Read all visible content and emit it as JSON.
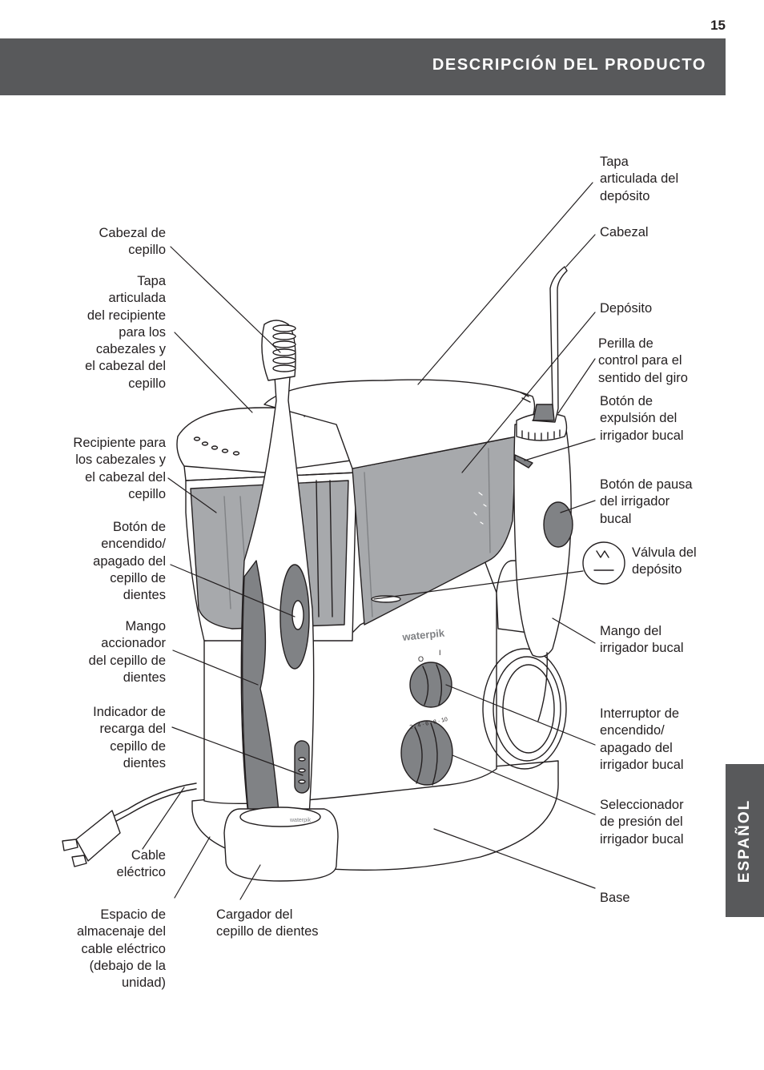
{
  "page_number": "15",
  "header_title": "DESCRIPCIÓN DEL PRODUCTO",
  "side_tab": "ESPAÑOL",
  "brand_text": "waterpik",
  "pressure_scale": "2 · 4 · 6 · 8 · 10",
  "switch_marks": {
    "off": "O",
    "on": "I"
  },
  "labels_left": {
    "cabezal_cepillo": "Cabezal de\ncepillo",
    "tapa_recipiente": "Tapa\narticulada\ndel recipiente\npara los\ncabezales y\nel cabezal del\ncepillo",
    "recipiente": "Recipiente para\nlos cabezales y\nel cabezal del\ncepillo",
    "boton_cepillo": "Botón de\nencendido/\napagado del\ncepillo de\ndientes",
    "mango_cepillo": "Mango\naccionador\ndel cepillo de\ndientes",
    "indicador": "Indicador de\nrecarga del\ncepillo de\ndientes",
    "cable": "Cable\neléctrico",
    "espacio": "Espacio de\nalmacenaje del\ncable eléctrico\n(debajo de la\nunidad)"
  },
  "labels_bottom": {
    "cargador": "Cargador del\ncepillo de dientes"
  },
  "labels_right": {
    "tapa_deposito": "Tapa\narticulada del\ndepósito",
    "cabezal": "Cabezal",
    "deposito": "Depósito",
    "perilla": "Perilla de\ncontrol para el\nsentido del giro",
    "boton_expulsion": "Botón de\nexpulsión del\nirrigador bucal",
    "boton_pausa": "Botón de pausa\ndel irrigador\nbucal",
    "valvula": "Válvula del\ndepósito",
    "mango_irrigador": "Mango del\nirrigador bucal",
    "interruptor": "Interruptor de\nencendido/\napagado del\nirrigador bucal",
    "seleccionador": "Seleccionador\nde presión del\nirrigador bucal",
    "base": "Base"
  },
  "colors": {
    "header_bg": "#58595b",
    "reservoir": "#a7a9ac",
    "dark_part": "#808285",
    "line": "#231f20"
  }
}
